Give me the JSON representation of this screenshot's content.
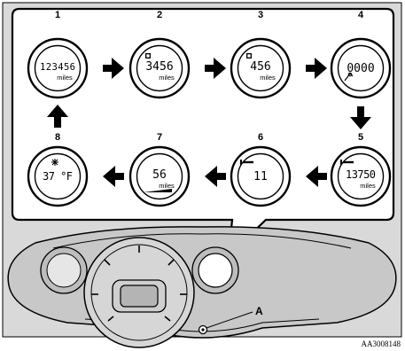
{
  "displays": [
    {
      "num": "1",
      "value": "123456",
      "unit": "miles",
      "icon": ""
    },
    {
      "num": "2",
      "value": "3456",
      "unit": "miles",
      "icon": "trip-a-icon"
    },
    {
      "num": "3",
      "value": "456",
      "unit": "miles",
      "icon": "trip-b-icon"
    },
    {
      "num": "4",
      "value": "0000",
      "unit": "",
      "icon": "fuel-consumption-icon"
    },
    {
      "num": "5",
      "value": "13750",
      "unit": "miles",
      "icon": "wrench-icon"
    },
    {
      "num": "6",
      "value": "11",
      "unit": "",
      "icon": "wrench-icon"
    },
    {
      "num": "7",
      "value": "56",
      "unit": "miles",
      "icon": "range-bar-icon"
    },
    {
      "num": "8",
      "value": "37 °F",
      "unit": "",
      "icon": "snowflake-icon"
    }
  ],
  "callout_label": "A",
  "reference_code": "AA3008148"
}
